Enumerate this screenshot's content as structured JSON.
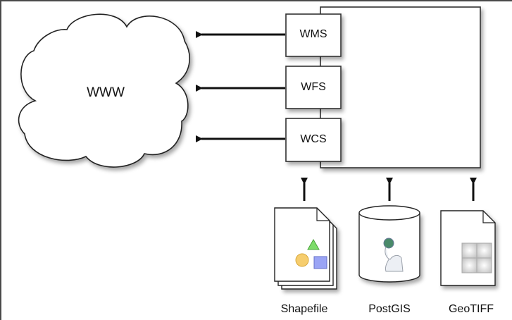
{
  "diagram": {
    "cloud": {
      "label": "WWW"
    },
    "services": [
      {
        "label": "WMS"
      },
      {
        "label": "WFS"
      },
      {
        "label": "WCS"
      }
    ],
    "sources": [
      {
        "label": "Shapefile",
        "icon": "shapefile-icon"
      },
      {
        "label": "PostGIS",
        "icon": "database-icon"
      },
      {
        "label": "GeoTIFF",
        "icon": "raster-file-icon"
      }
    ],
    "colors": {
      "triangle": "#7ddc6a",
      "circle": "#f6cd6e",
      "square": "#9aa4f5",
      "stroke": "#222222"
    }
  }
}
